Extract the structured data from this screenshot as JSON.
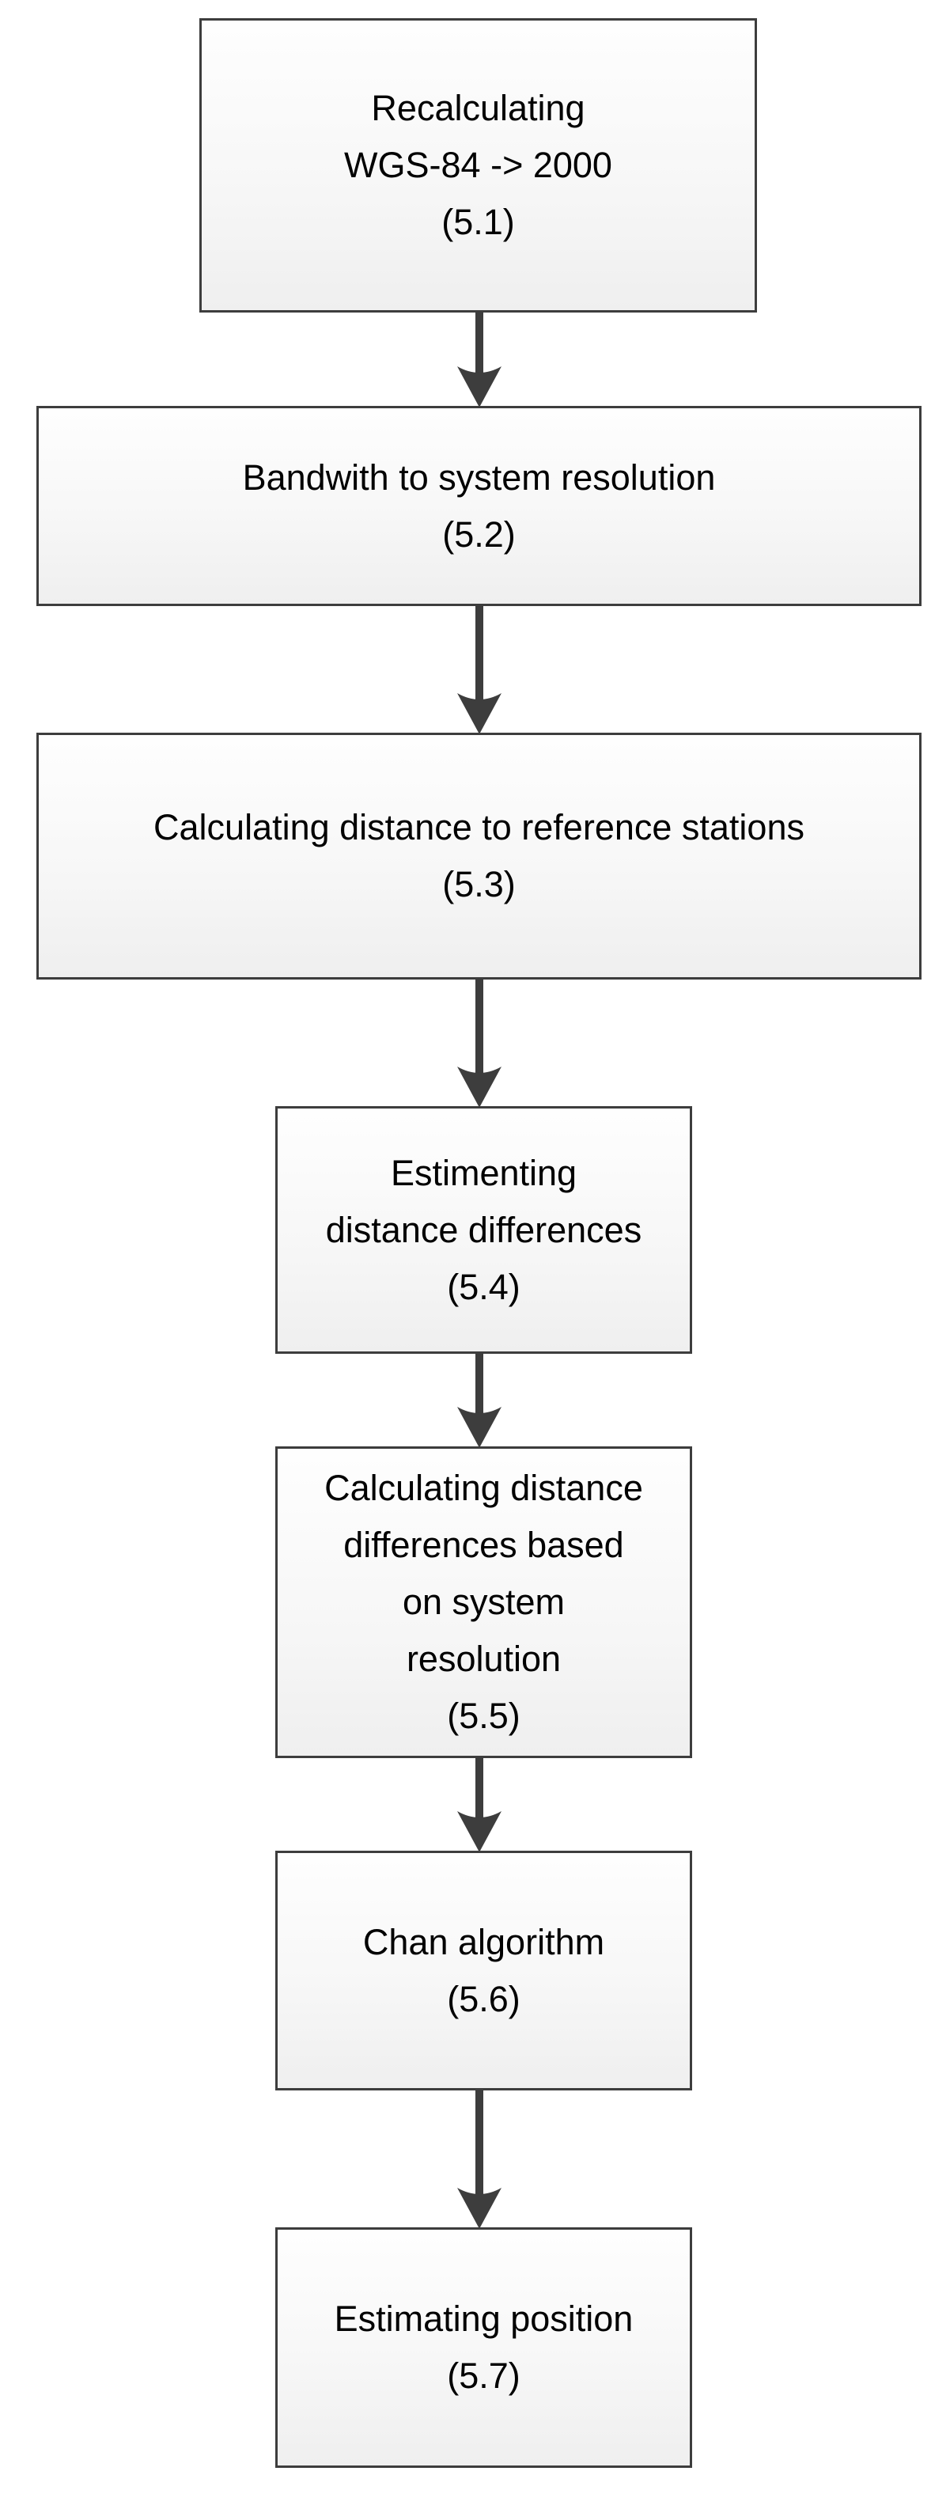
{
  "diagram": {
    "type": "flowchart",
    "direction": "top-down",
    "nodes": [
      {
        "id": "5.1",
        "label": "Recalculating\nWGS-84 -> 2000",
        "ref": "(5.1)"
      },
      {
        "id": "5.2",
        "label": "Bandwith to system resolution",
        "ref": "(5.2)"
      },
      {
        "id": "5.3",
        "label": "Calculating distance to reference stations",
        "ref": "(5.3)"
      },
      {
        "id": "5.4",
        "label": "Estimenting\ndistance differences",
        "ref": "(5.4)"
      },
      {
        "id": "5.5",
        "label": "Calculating distance\ndifferences based\non system\nresolution",
        "ref": "(5.5)"
      },
      {
        "id": "5.6",
        "label": "Chan algorithm",
        "ref": "(5.6)"
      },
      {
        "id": "5.7",
        "label": "Estimating position",
        "ref": "(5.7)"
      }
    ],
    "edges": [
      {
        "from": "5.1",
        "to": "5.2"
      },
      {
        "from": "5.2",
        "to": "5.3"
      },
      {
        "from": "5.3",
        "to": "5.4"
      },
      {
        "from": "5.4",
        "to": "5.5"
      },
      {
        "from": "5.5",
        "to": "5.6"
      },
      {
        "from": "5.6",
        "to": "5.7"
      }
    ],
    "colors": {
      "node_border": "#3d3d3d",
      "arrow": "#3d3d3d",
      "node_fill_top": "#fefefe",
      "node_fill_bottom": "#efefef",
      "shadow_dots": "#d2d2d2",
      "text": "#000000"
    }
  }
}
